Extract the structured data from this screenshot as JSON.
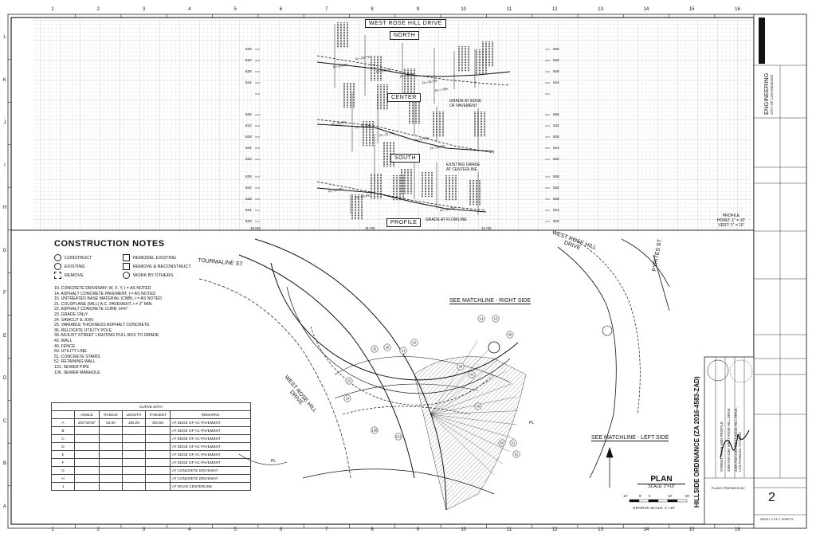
{
  "border": {
    "columns": [
      "1",
      "2",
      "3",
      "4",
      "5",
      "6",
      "7",
      "8",
      "9",
      "10",
      "11",
      "12",
      "13",
      "14",
      "15",
      "16"
    ],
    "rows": [
      "L",
      "K",
      "J",
      "I",
      "H",
      "G",
      "F",
      "E",
      "D",
      "C",
      "B",
      "A"
    ]
  },
  "profile": {
    "street_label": "WEST ROSE HILL DRIVE",
    "north_label": "NORTH",
    "center_label": "CENTER",
    "south_label": "SOUTH",
    "profile_label": "PROFILE",
    "elevations": [
      "636",
      "632",
      "628",
      "624",
      "620"
    ],
    "stations": [
      "10+50",
      "11+00",
      "11+50"
    ],
    "annotations": {
      "grade_edge": "GRADE AT EDGE\nOF PAVEMENT",
      "existing_grade": "EXISTING GRADE\nAT CENTERLINE",
      "grade_flowline": "GRADE AT FLOWLINE"
    },
    "scale_title": "PROFILE",
    "scale_horiz": "HORIZ: 1\" = 10'",
    "scale_vert": "VERT: 1\" = 10'",
    "grade_labels": [
      "R=-23.7%",
      "R=-24.8%",
      "R=-23.1%",
      "R=-16.8%",
      "R=-16.7%",
      "R=-7.8%",
      "R=-16.8%",
      "R=-21.6%",
      "R=-21.7%",
      "R=-17.0%",
      "R=-16.5%",
      "R=-24.9%",
      "R=-23.8%",
      "R=-16.7%"
    ]
  },
  "notes": {
    "title": "CONSTRUCTION NOTES",
    "legend": [
      {
        "sym": "circle",
        "label": "CONSTRUCT"
      },
      {
        "sym": "sq",
        "label": "REMODEL EXISTING"
      },
      {
        "sym": "circle",
        "label": "EXISTING"
      },
      {
        "sym": "sq",
        "label": "REMOVE & RECONSTRUCT"
      },
      {
        "sym": "sq-dash",
        "label": "REMOVE"
      },
      {
        "sym": "circle",
        "label": "WORK BY OTHERS"
      }
    ],
    "items": [
      "10.    CONCRETE DRIVEWAY, W, X, Y, t = AS NOTED",
      "14.    ASPHALT CONCRETE PAVEMENT, t = AS NOTED",
      "15.    UNTREATED BASE MATERIAL (CMB), t = AS NOTED",
      "21.    COLDPLANE (MILL) A.C. PAVEMENT, t = 2\" MIN.",
      "22.    ASPHALT CONCRETE CURB, H=6\"",
      "23.    GRADE ONLY",
      "24.    SAWCUT & JOIN",
      "25.    VARIABLE THICKNESS ASPHALT CONCRETE",
      "36.    RELOCATE UTILITY POLE",
      "39.    ADJUST STREET LIGHTING PULL BOX TO GRADE",
      "43.    WALL",
      "49.    FENCE",
      "50.    UTILITY LINE",
      "51.    CONCRETE STAIRS",
      "52.    RETAINING WALL",
      "131.   SEWER PIPE",
      "136.   SEWER MANHOLE"
    ]
  },
  "curve_table": {
    "title": "CURVE DATA",
    "headers": [
      "",
      "ANGLE",
      "RADIUS",
      "LENGTH",
      "TANGENT",
      "REMARKS"
    ],
    "rows": [
      [
        "A",
        "200°00'00\"",
        "53.00",
        "185.00",
        "300.59",
        "AT EDGE OF AC PAVEMENT"
      ],
      [
        "B",
        "",
        "",
        "",
        "",
        "AT EDGE OF AC PAVEMENT"
      ],
      [
        "C",
        "",
        "",
        "",
        "",
        "AT EDGE OF AC PAVEMENT"
      ],
      [
        "D",
        "",
        "",
        "",
        "",
        "AT EDGE OF AC PAVEMENT"
      ],
      [
        "E",
        "",
        "",
        "",
        "",
        "AT EDGE OF AC PAVEMENT"
      ],
      [
        "F",
        "",
        "",
        "",
        "",
        "AT EDGE OF AC PAVEMENT"
      ],
      [
        "G",
        "",
        "",
        "",
        "",
        "AT CONCRETE DRIVEWAY"
      ],
      [
        "H",
        "",
        "",
        "",
        "",
        "AT CONCRETE DRIVEWAY"
      ],
      [
        "J",
        "",
        "",
        "",
        "",
        "AT ROAD CENTERLINE"
      ]
    ]
  },
  "plan": {
    "tourmaline": "TOURMALINE ST",
    "west_rose_hill_top": "WEST ROSE HILL\nDRIVE",
    "west_rose_hill_plan": "WEST ROSE HILL\nDRIVE",
    "pyrites": "PYRITES ST",
    "matchline_right": "SEE MATCHLINE - RIGHT SIDE",
    "matchline_left": "SEE MATCHLINE - LEFT SIDE",
    "plan_title": "PLAN",
    "plan_scale": "SCALE: 1\"=10'",
    "graphic_scale": "GRAPHIC SCALE: 1\"=10'",
    "scale_ticks": [
      "10'",
      "5'",
      "0",
      "10'",
      "20'"
    ],
    "pl_label": "PL",
    "callouts": [
      "22",
      "24",
      "25",
      "20",
      "21",
      "15",
      "14",
      "10",
      "36",
      "39",
      "43",
      "49",
      "50",
      "51",
      "52",
      "131",
      "136"
    ]
  },
  "title_block": {
    "ordinance": "HILLSIDE ORDINANCE (ZA 2016-4583-ZAD)",
    "sheet_title": "STREET PLAN AND PROFILE",
    "address_1": "4389 AND 4392 WEST ROSE HILL DRIVE",
    "address_2": "4389 AND 4392 WEST ROSE HILL DRIVE,\nLOS ANGELES, CA 90032",
    "engineering": "ENGINEERING",
    "city": "CITY OF LOS ANGELES",
    "sheet_number": "2",
    "sheet_of": "SHEET 2 OF 2 SHEETS",
    "prepared_by": "PLANS PREPARED BY"
  }
}
